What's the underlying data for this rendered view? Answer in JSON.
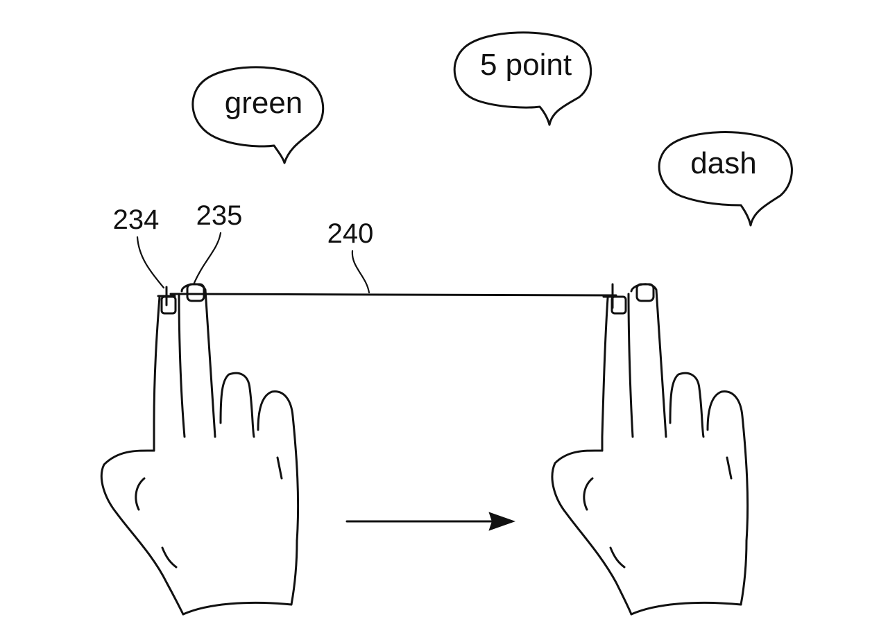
{
  "bubbles": {
    "color": "green",
    "weight": "5 point",
    "style": "dash"
  },
  "reference_labels": {
    "finger_a": "234",
    "finger_b": "235",
    "line": "240"
  }
}
